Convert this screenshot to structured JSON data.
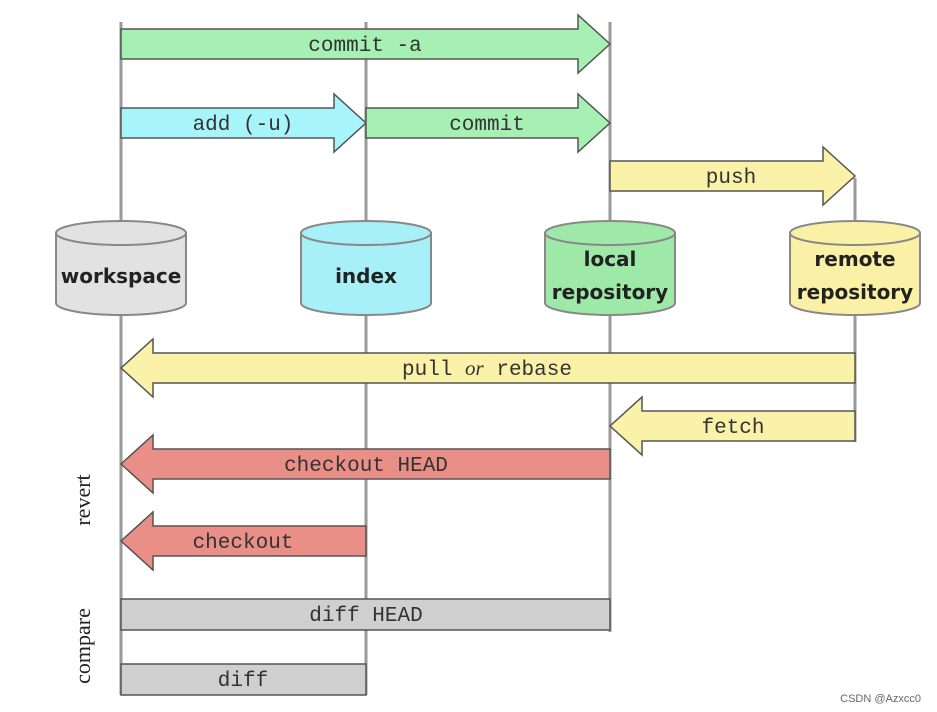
{
  "nodes": {
    "workspace": {
      "label": "workspace",
      "color": "#e2e2e2"
    },
    "index": {
      "label": "index",
      "color": "#a8f0f7"
    },
    "local": {
      "label_lines": [
        "local",
        "repository"
      ],
      "color": "#9ee8a8"
    },
    "remote": {
      "label_lines": [
        "remote",
        "repository"
      ],
      "color": "#fbf1a6"
    }
  },
  "arrows": {
    "commit_a": {
      "label": "commit -a",
      "color": "#a6f0b4"
    },
    "add": {
      "label": "add (-u)",
      "color": "#a8f4fb"
    },
    "commit": {
      "label": "commit",
      "color": "#a6f0b4"
    },
    "push": {
      "label": "push",
      "color": "#fbf2aa"
    },
    "pull": {
      "label_pre": "pull ",
      "label_or": "or",
      "label_post": " rebase",
      "color": "#fbf2aa"
    },
    "fetch": {
      "label": "fetch",
      "color": "#fbf2aa"
    },
    "checkout_head": {
      "label": "checkout HEAD",
      "color": "#ea8f87"
    },
    "checkout": {
      "label": "checkout",
      "color": "#ea8f87"
    }
  },
  "bars": {
    "diff_head": {
      "label": "diff HEAD",
      "color": "#cfcfcf"
    },
    "diff": {
      "label": "diff",
      "color": "#cfcfcf"
    }
  },
  "side_labels": {
    "revert": "revert",
    "compare": "compare"
  },
  "watermark": "CSDN @Azxcc0"
}
